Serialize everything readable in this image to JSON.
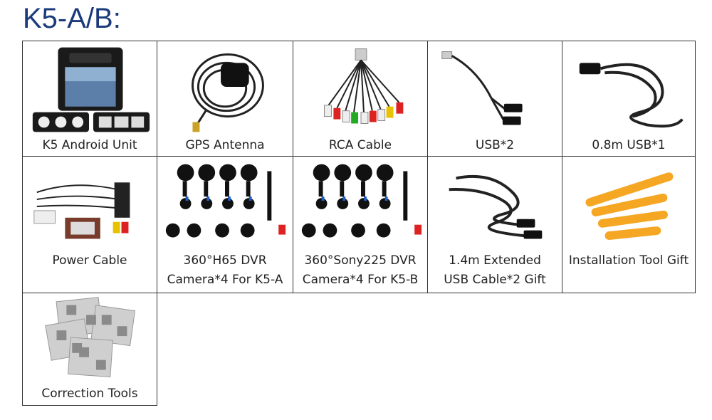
{
  "title": "K5-A/B:",
  "items": [
    {
      "label": [
        "K5 Android Unit"
      ]
    },
    {
      "label": [
        "GPS Antenna"
      ]
    },
    {
      "label": [
        "RCA Cable"
      ]
    },
    {
      "label": [
        "USB*2"
      ]
    },
    {
      "label": [
        "0.8m USB*1"
      ]
    },
    {
      "label": [
        "Power Cable"
      ]
    },
    {
      "label": [
        "360°H65 DVR",
        "Camera*4 For K5-A"
      ]
    },
    {
      "label": [
        "360°Sony225 DVR",
        "Camera*4 For K5-B"
      ]
    },
    {
      "label": [
        "1.4m Extended",
        "USB Cable*2 Gift"
      ]
    },
    {
      "label": [
        "Installation Tool Gift"
      ]
    },
    {
      "label": [
        "Correction Tools"
      ]
    }
  ],
  "colors": {
    "title": "#1a3a7c",
    "border": "#333333",
    "tool": "#f5a623"
  }
}
